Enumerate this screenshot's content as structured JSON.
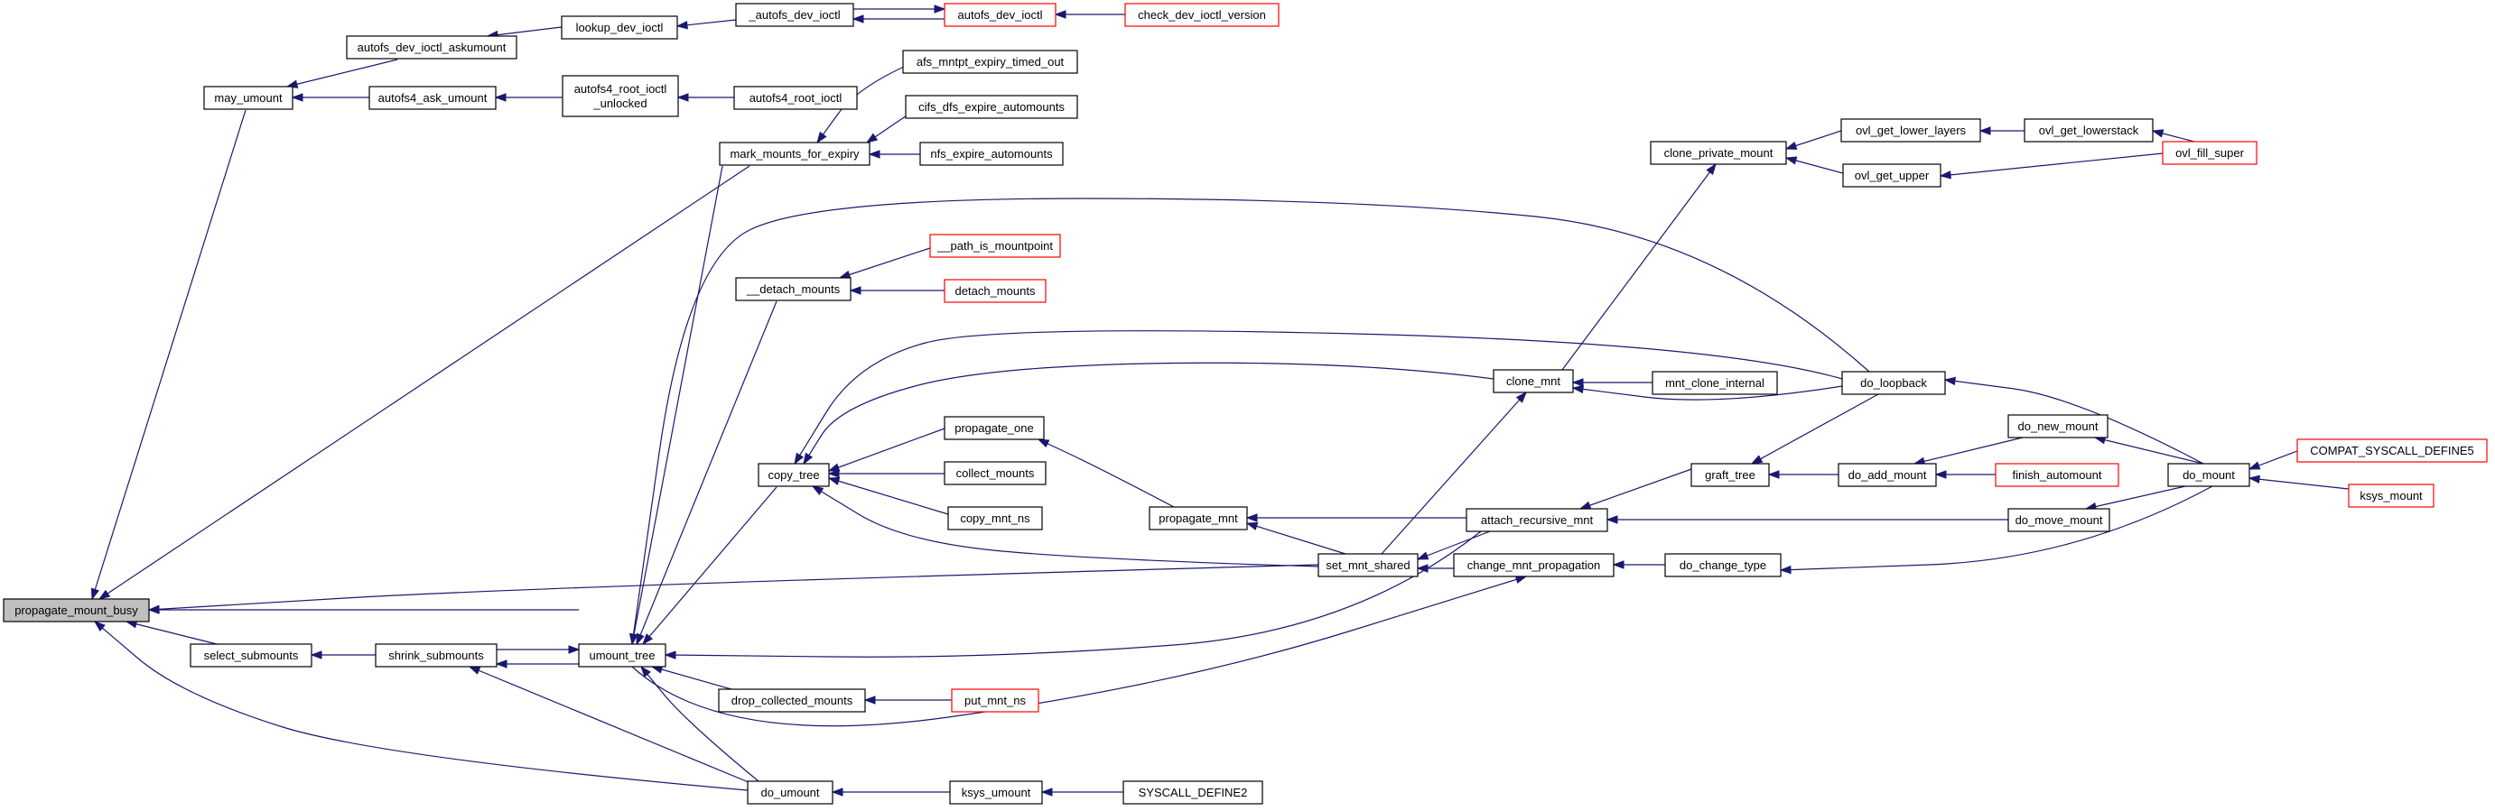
{
  "diagram": {
    "focus_node": "propagate_mount_busy",
    "nodes": [
      {
        "id": "propagate_mount_busy",
        "lines": [
          "propagate_mount_busy"
        ],
        "style": "focus"
      },
      {
        "id": "may_umount",
        "lines": [
          "may_umount"
        ],
        "style": "normal"
      },
      {
        "id": "autofs_dev_ioctl_askumount",
        "lines": [
          "autofs_dev_ioctl_askumount"
        ],
        "style": "normal"
      },
      {
        "id": "lookup_dev_ioctl",
        "lines": [
          "lookup_dev_ioctl"
        ],
        "style": "normal"
      },
      {
        "id": "_autofs_dev_ioctl",
        "lines": [
          "_autofs_dev_ioctl"
        ],
        "style": "normal"
      },
      {
        "id": "autofs_dev_ioctl",
        "lines": [
          "autofs_dev_ioctl"
        ],
        "style": "truncated"
      },
      {
        "id": "check_dev_ioctl_version",
        "lines": [
          "check_dev_ioctl_version"
        ],
        "style": "truncated"
      },
      {
        "id": "autofs4_ask_umount",
        "lines": [
          "autofs4_ask_umount"
        ],
        "style": "normal"
      },
      {
        "id": "autofs4_root_ioctl_unlocked",
        "lines": [
          "autofs4_root_ioctl",
          "_unlocked"
        ],
        "style": "normal"
      },
      {
        "id": "autofs4_root_ioctl",
        "lines": [
          "autofs4_root_ioctl"
        ],
        "style": "normal"
      },
      {
        "id": "mark_mounts_for_expiry",
        "lines": [
          "mark_mounts_for_expiry"
        ],
        "style": "normal"
      },
      {
        "id": "afs_mntpt_expiry_timed_out",
        "lines": [
          "afs_mntpt_expiry_timed_out"
        ],
        "style": "normal"
      },
      {
        "id": "cifs_dfs_expire_automounts",
        "lines": [
          "cifs_dfs_expire_automounts"
        ],
        "style": "normal"
      },
      {
        "id": "nfs_expire_automounts",
        "lines": [
          "nfs_expire_automounts"
        ],
        "style": "normal"
      },
      {
        "id": "__detach_mounts",
        "lines": [
          "__detach_mounts"
        ],
        "style": "normal"
      },
      {
        "id": "__path_is_mountpoint",
        "lines": [
          "__path_is_mountpoint"
        ],
        "style": "truncated"
      },
      {
        "id": "detach_mounts",
        "lines": [
          "detach_mounts"
        ],
        "style": "truncated"
      },
      {
        "id": "copy_tree",
        "lines": [
          "copy_tree"
        ],
        "style": "normal"
      },
      {
        "id": "propagate_one",
        "lines": [
          "propagate_one"
        ],
        "style": "normal"
      },
      {
        "id": "collect_mounts",
        "lines": [
          "collect_mounts"
        ],
        "style": "normal"
      },
      {
        "id": "copy_mnt_ns",
        "lines": [
          "copy_mnt_ns"
        ],
        "style": "normal"
      },
      {
        "id": "propagate_mnt",
        "lines": [
          "propagate_mnt"
        ],
        "style": "normal"
      },
      {
        "id": "set_mnt_shared",
        "lines": [
          "set_mnt_shared"
        ],
        "style": "normal"
      },
      {
        "id": "attach_recursive_mnt",
        "lines": [
          "attach_recursive_mnt"
        ],
        "style": "normal"
      },
      {
        "id": "change_mnt_propagation",
        "lines": [
          "change_mnt_propagation"
        ],
        "style": "normal"
      },
      {
        "id": "clone_mnt",
        "lines": [
          "clone_mnt"
        ],
        "style": "normal"
      },
      {
        "id": "mnt_clone_internal",
        "lines": [
          "mnt_clone_internal"
        ],
        "style": "normal"
      },
      {
        "id": "clone_private_mount",
        "lines": [
          "clone_private_mount"
        ],
        "style": "normal"
      },
      {
        "id": "ovl_get_lower_layers",
        "lines": [
          "ovl_get_lower_layers"
        ],
        "style": "normal"
      },
      {
        "id": "ovl_get_lowerstack",
        "lines": [
          "ovl_get_lowerstack"
        ],
        "style": "normal"
      },
      {
        "id": "ovl_get_upper",
        "lines": [
          "ovl_get_upper"
        ],
        "style": "normal"
      },
      {
        "id": "ovl_fill_super",
        "lines": [
          "ovl_fill_super"
        ],
        "style": "truncated"
      },
      {
        "id": "do_loopback",
        "lines": [
          "do_loopback"
        ],
        "style": "normal"
      },
      {
        "id": "graft_tree",
        "lines": [
          "graft_tree"
        ],
        "style": "normal"
      },
      {
        "id": "do_add_mount",
        "lines": [
          "do_add_mount"
        ],
        "style": "normal"
      },
      {
        "id": "do_new_mount",
        "lines": [
          "do_new_mount"
        ],
        "style": "normal"
      },
      {
        "id": "finish_automount",
        "lines": [
          "finish_automount"
        ],
        "style": "truncated"
      },
      {
        "id": "do_move_mount",
        "lines": [
          "do_move_mount"
        ],
        "style": "normal"
      },
      {
        "id": "do_mount",
        "lines": [
          "do_mount"
        ],
        "style": "normal"
      },
      {
        "id": "COMPAT_SYSCALL_DEFINE5",
        "lines": [
          "COMPAT_SYSCALL_DEFINE5"
        ],
        "style": "truncated"
      },
      {
        "id": "ksys_mount",
        "lines": [
          "ksys_mount"
        ],
        "style": "truncated"
      },
      {
        "id": "do_change_type",
        "lines": [
          "do_change_type"
        ],
        "style": "normal"
      },
      {
        "id": "select_submounts",
        "lines": [
          "select_submounts"
        ],
        "style": "normal"
      },
      {
        "id": "shrink_submounts",
        "lines": [
          "shrink_submounts"
        ],
        "style": "normal"
      },
      {
        "id": "umount_tree",
        "lines": [
          "umount_tree"
        ],
        "style": "normal"
      },
      {
        "id": "drop_collected_mounts",
        "lines": [
          "drop_collected_mounts"
        ],
        "style": "normal"
      },
      {
        "id": "put_mnt_ns",
        "lines": [
          "put_mnt_ns"
        ],
        "style": "truncated"
      },
      {
        "id": "do_umount",
        "lines": [
          "do_umount"
        ],
        "style": "normal"
      },
      {
        "id": "ksys_umount",
        "lines": [
          "ksys_umount"
        ],
        "style": "normal"
      },
      {
        "id": "SYSCALL_DEFINE2",
        "lines": [
          "SYSCALL_DEFINE2"
        ],
        "style": "normal"
      }
    ],
    "edges": [
      [
        "may_umount",
        "propagate_mount_busy"
      ],
      [
        "autofs_dev_ioctl_askumount",
        "may_umount"
      ],
      [
        "lookup_dev_ioctl",
        "autofs_dev_ioctl_askumount"
      ],
      [
        "_autofs_dev_ioctl",
        "lookup_dev_ioctl"
      ],
      [
        "autofs_dev_ioctl",
        "_autofs_dev_ioctl"
      ],
      [
        "_autofs_dev_ioctl",
        "autofs_dev_ioctl"
      ],
      [
        "check_dev_ioctl_version",
        "autofs_dev_ioctl"
      ],
      [
        "autofs4_ask_umount",
        "may_umount"
      ],
      [
        "autofs4_root_ioctl_unlocked",
        "autofs4_ask_umount"
      ],
      [
        "autofs4_root_ioctl",
        "autofs4_root_ioctl_unlocked"
      ],
      [
        "mark_mounts_for_expiry",
        "propagate_mount_busy"
      ],
      [
        "afs_mntpt_expiry_timed_out",
        "mark_mounts_for_expiry"
      ],
      [
        "cifs_dfs_expire_automounts",
        "mark_mounts_for_expiry"
      ],
      [
        "nfs_expire_automounts",
        "mark_mounts_for_expiry"
      ],
      [
        "umount_tree",
        "propagate_mount_busy"
      ],
      [
        "set_mnt_shared",
        "propagate_mount_busy"
      ],
      [
        "select_submounts",
        "propagate_mount_busy"
      ],
      [
        "do_umount",
        "propagate_mount_busy"
      ],
      [
        "shrink_submounts",
        "select_submounts"
      ],
      [
        "umount_tree",
        "shrink_submounts"
      ],
      [
        "shrink_submounts",
        "umount_tree"
      ],
      [
        "do_umount",
        "shrink_submounts"
      ],
      [
        "mark_mounts_for_expiry",
        "umount_tree"
      ],
      [
        "__detach_mounts",
        "umount_tree"
      ],
      [
        "copy_tree",
        "umount_tree"
      ],
      [
        "do_loopback",
        "umount_tree"
      ],
      [
        "attach_recursive_mnt",
        "umount_tree"
      ],
      [
        "drop_collected_mounts",
        "umount_tree"
      ],
      [
        "do_umount",
        "umount_tree"
      ],
      [
        "__path_is_mountpoint",
        "__detach_mounts"
      ],
      [
        "detach_mounts",
        "__detach_mounts"
      ],
      [
        "propagate_one",
        "copy_tree"
      ],
      [
        "collect_mounts",
        "copy_tree"
      ],
      [
        "copy_mnt_ns",
        "copy_tree"
      ],
      [
        "clone_mnt",
        "copy_tree"
      ],
      [
        "do_loopback",
        "copy_tree"
      ],
      [
        "set_mnt_shared",
        "copy_tree"
      ],
      [
        "propagate_mnt",
        "propagate_one"
      ],
      [
        "set_mnt_shared",
        "propagate_mnt"
      ],
      [
        "attach_recursive_mnt",
        "propagate_mnt"
      ],
      [
        "attach_recursive_mnt",
        "set_mnt_shared"
      ],
      [
        "change_mnt_propagation",
        "set_mnt_shared"
      ],
      [
        "set_mnt_shared",
        "clone_mnt"
      ],
      [
        "mnt_clone_internal",
        "clone_mnt"
      ],
      [
        "do_loopback",
        "clone_mnt"
      ],
      [
        "clone_mnt",
        "clone_private_mount"
      ],
      [
        "ovl_get_lower_layers",
        "clone_private_mount"
      ],
      [
        "ovl_get_upper",
        "clone_private_mount"
      ],
      [
        "ovl_get_lowerstack",
        "ovl_get_lower_layers"
      ],
      [
        "ovl_fill_super",
        "ovl_get_lowerstack"
      ],
      [
        "ovl_fill_super",
        "ovl_get_upper"
      ],
      [
        "graft_tree",
        "attach_recursive_mnt"
      ],
      [
        "do_move_mount",
        "attach_recursive_mnt"
      ],
      [
        "do_loopback",
        "graft_tree"
      ],
      [
        "do_add_mount",
        "graft_tree"
      ],
      [
        "do_new_mount",
        "do_add_mount"
      ],
      [
        "finish_automount",
        "do_add_mount"
      ],
      [
        "do_mount",
        "do_new_mount"
      ],
      [
        "do_mount",
        "do_move_mount"
      ],
      [
        "do_mount",
        "do_loopback"
      ],
      [
        "do_mount",
        "do_change_type"
      ],
      [
        "COMPAT_SYSCALL_DEFINE5",
        "do_mount"
      ],
      [
        "ksys_mount",
        "do_mount"
      ],
      [
        "do_change_type",
        "change_mnt_propagation"
      ],
      [
        "umount_tree",
        "change_mnt_propagation"
      ],
      [
        "put_mnt_ns",
        "drop_collected_mounts"
      ],
      [
        "ksys_umount",
        "do_umount"
      ],
      [
        "SYSCALL_DEFINE2",
        "ksys_umount"
      ]
    ]
  }
}
